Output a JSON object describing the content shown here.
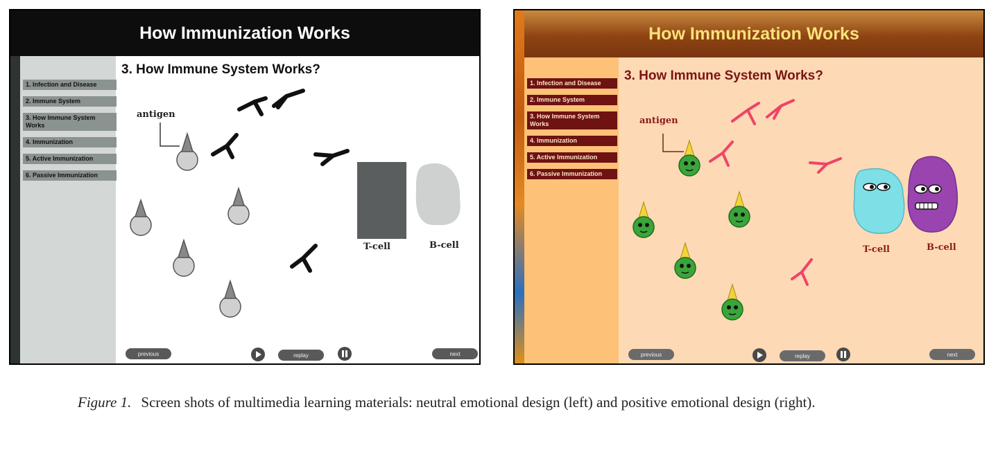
{
  "panels": [
    {
      "title": "How Immunization Works",
      "menu": [
        "1. Infection and Disease",
        "2. Immune System",
        "3. How Immune System Works",
        "4. Immunization",
        "5. Active Immunization",
        "6. Passive Immunization"
      ],
      "heading": "3. How Immune System Works?",
      "antigen_label": "antigen",
      "tcell_label": "T-cell",
      "bcell_label": "B-cell",
      "buttons": {
        "previous": "previous",
        "replay": "replay",
        "next": "next"
      },
      "colors": {
        "title_bg": "#0d0d0d",
        "cell": "#d0d0d0",
        "antibody": "#111111",
        "tcell": "#5a5e5e",
        "bcell": "#cfd1d1"
      }
    },
    {
      "title": "How Immunization Works",
      "menu": [
        "1. Infection and Disease",
        "2. Immune System",
        "3. How Immune System Works",
        "4. Immunization",
        "5. Active Immunization",
        "6. Passive Immunization"
      ],
      "heading": "3. How Immune System Works?",
      "antigen_label": "antigen",
      "tcell_label": "T-cell",
      "bcell_label": "B-cell",
      "buttons": {
        "previous": "previous",
        "replay": "replay",
        "next": "next"
      },
      "colors": {
        "title_text": "#fbe27a",
        "cell": "#3aa53a",
        "antibody": "#ee4466",
        "tcell": "#7fdfe6",
        "bcell": "#9a44b0"
      }
    }
  ],
  "caption": {
    "label": "Figure 1.",
    "text": "Screen shots of multimedia learning materials: neutral emotional design (left) and positive emotional design (right)."
  }
}
